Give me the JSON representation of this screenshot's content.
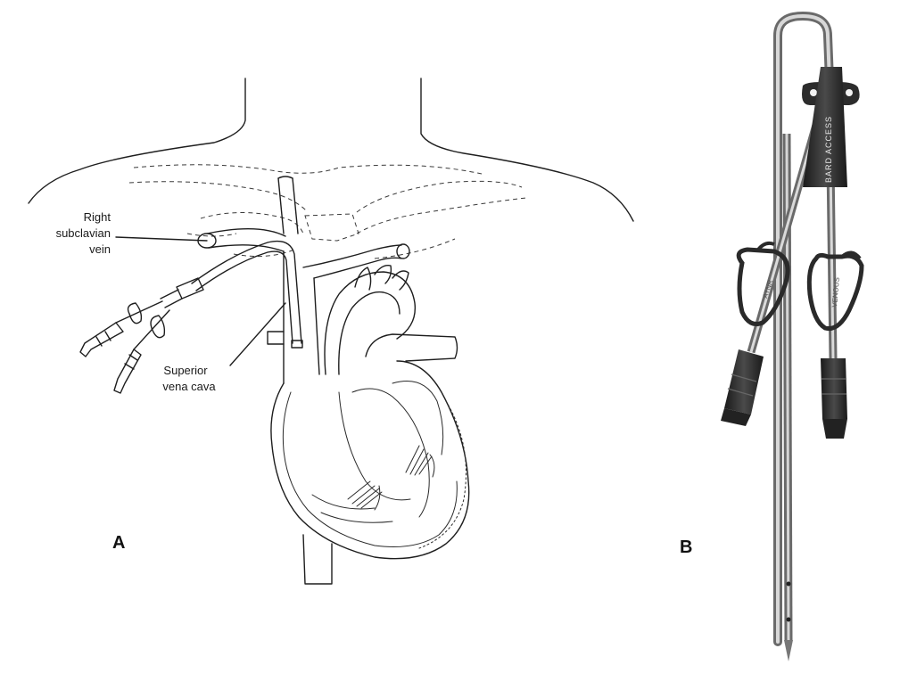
{
  "panel_a": {
    "letter": "A",
    "labels": {
      "vein_line1": "Right",
      "vein_line2": "subclavian",
      "vein_line3": "vein",
      "cava_line1": "Superior",
      "cava_line2": "vena cava"
    }
  },
  "panel_b": {
    "letter": "B",
    "brand_text": "BARD ACCESS",
    "clamp_left": "ATNR",
    "clamp_right": "VENOUS"
  }
}
